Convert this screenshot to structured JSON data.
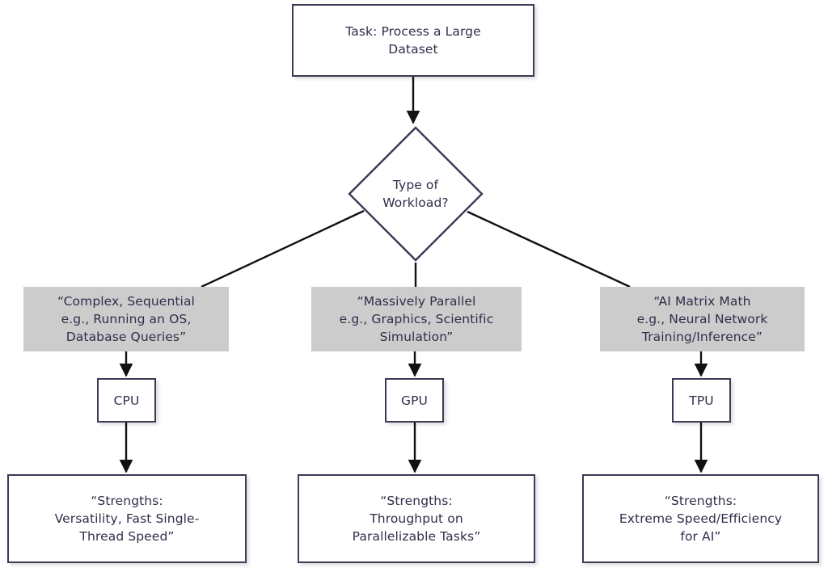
{
  "diagram": {
    "type": "flowchart",
    "title": "Task: Process a Large Dataset workload routing",
    "colors": {
      "node_border": "#3a3b54",
      "node_fill": "#ffffff",
      "label_fill": "#cccccc",
      "text": "#2e2f4a",
      "edge": "#111111",
      "background": "#ffffff"
    },
    "nodes": {
      "task": {
        "label": "Task: Process a Large\nDataset",
        "shape": "rectangle"
      },
      "decision": {
        "label": "Type of\nWorkload?",
        "shape": "diamond"
      },
      "branch_labels": {
        "cpu": "“Complex, Sequential\ne.g., Running an OS,\nDatabase Queries”",
        "gpu": "“Massively Parallel\ne.g., Graphics, Scientific\nSimulation”",
        "tpu": "“AI Matrix Math\ne.g., Neural Network\nTraining/Inference”"
      },
      "chips": {
        "cpu": "CPU",
        "gpu": "GPU",
        "tpu": "TPU"
      },
      "strengths": {
        "cpu": "“Strengths:\nVersatility, Fast Single-\nThread Speed”",
        "gpu": "“Strengths:\nThroughput on\nParallelizable Tasks”",
        "tpu": "“Strengths:\nExtreme Speed/Efficiency\nfor AI”"
      }
    }
  }
}
